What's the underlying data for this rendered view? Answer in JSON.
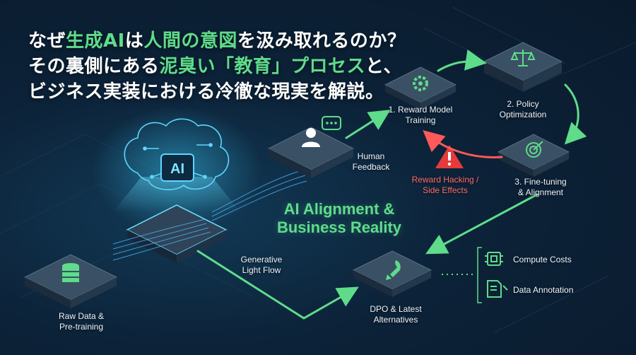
{
  "headline": {
    "line1_pre": "なぜ",
    "line1_hl": "生成AI",
    "line1_mid": "は",
    "line1_hl2": "人間の意図",
    "line1_post": "を汲み取れるのか？",
    "line2_pre": "その裏側にある",
    "line2_hl": "泥臭い「教育」プロセス",
    "line2_post": "と、",
    "line3": "ビジネス実装における冷徹な現実を解説。"
  },
  "brain_badge": "AI",
  "center_title": "AI Alignment &\nBusiness Reality",
  "nodes": {
    "raw_data": "Raw Data &\nPre-training",
    "generative_flow": "Generative\nLight Flow",
    "human_feedback": "Human\nFeedback",
    "reward_model": "1. Reward Model\nTraining",
    "policy_opt": "2. Policy\nOptimization",
    "fine_tuning": "3. Fine-tuning\n& Alignment",
    "reward_hacking": "Reward Hacking /\nSide Effects",
    "dpo": "DPO & Latest\nAlternatives",
    "compute_costs": "Compute Costs",
    "data_annotation": "Data Annotation"
  },
  "colors": {
    "accent_green": "#5fdc8a",
    "warning_red": "#ff5a5a",
    "node_top": "#3a5064",
    "node_side": "#1c2c3c",
    "glow_cyan": "#39d0ff"
  }
}
